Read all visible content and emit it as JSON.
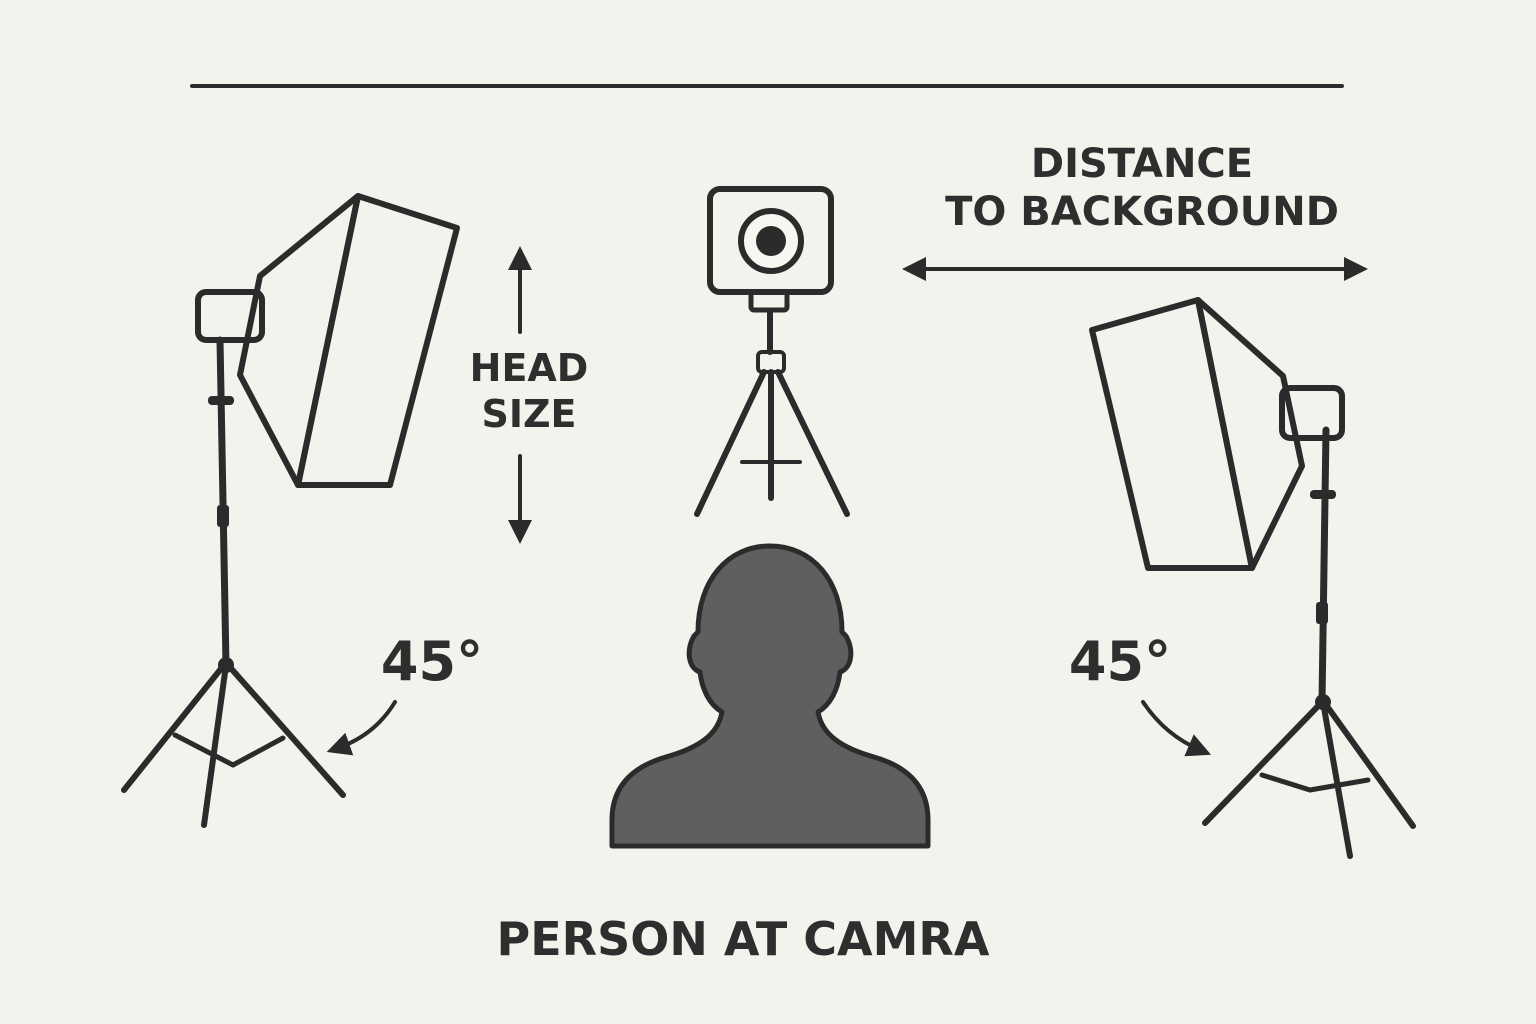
{
  "labels": {
    "head_size_line1": "HEAD",
    "head_size_line2": "SIZE",
    "distance_line1": "DISTANCE",
    "distance_line2": "TO BACKGROUND",
    "angle_left": "45°",
    "angle_right": "45°",
    "caption": "PERSON AT CAMRA"
  },
  "colors": {
    "background": "#f3f2ed",
    "line": "#2b2b2b",
    "fill_dark": "#5f5f5f",
    "fill_light": "#f7f6f1"
  },
  "icons": [
    "softbox-light-icon",
    "camera-icon",
    "tripod-icon",
    "person-silhouette-icon",
    "double-arrow-icon",
    "curved-arrow-icon"
  ]
}
